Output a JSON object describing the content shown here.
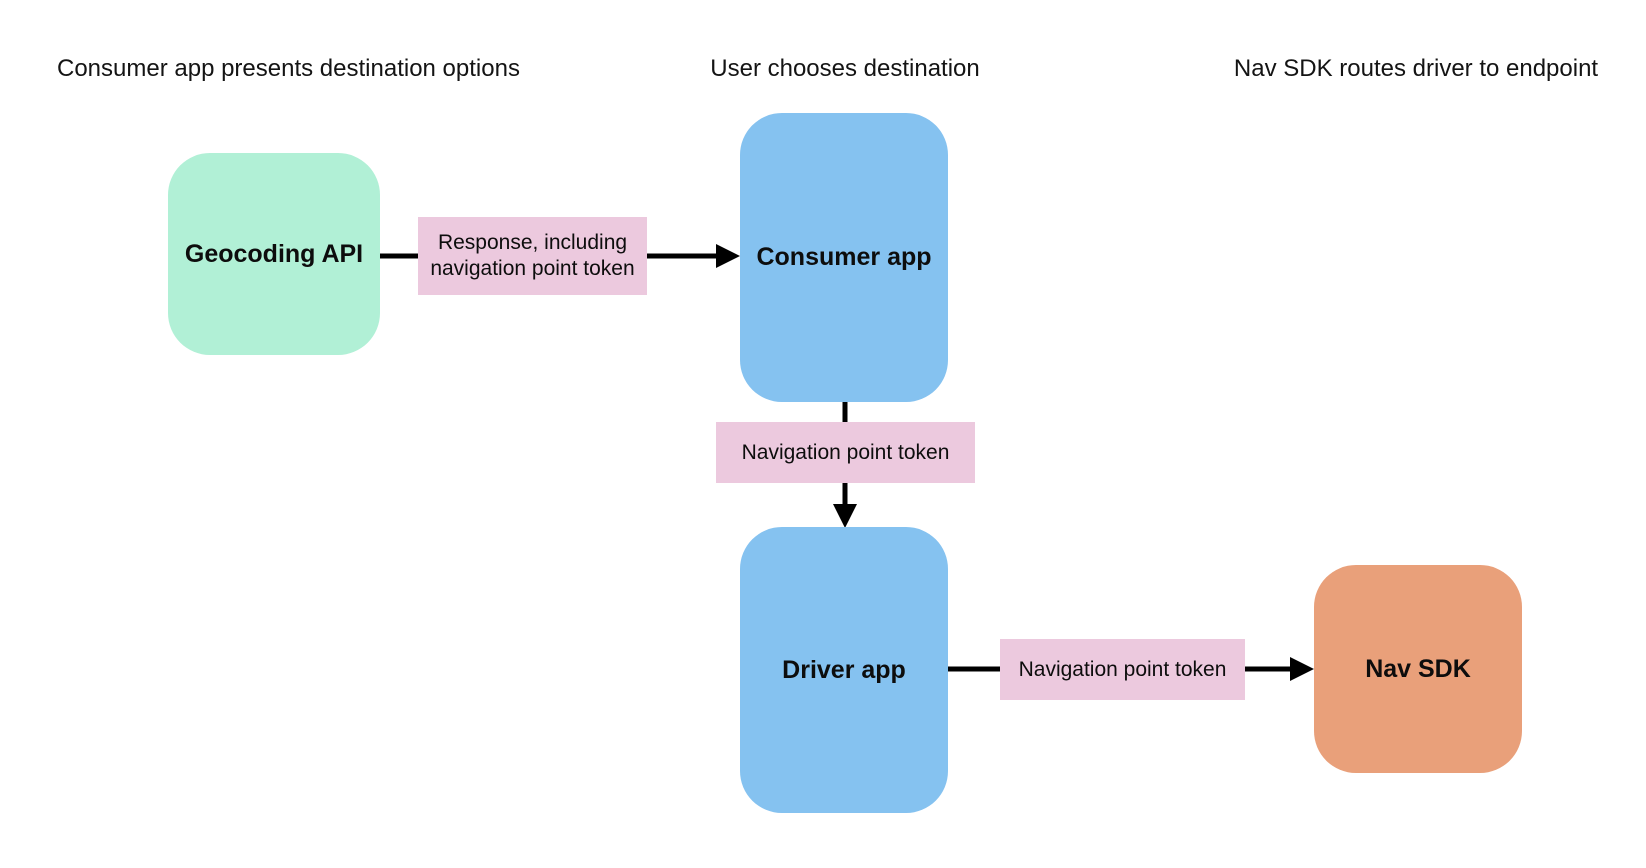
{
  "diagram": {
    "headers": [
      "Consumer app presents destination options",
      "User chooses destination",
      "Nav SDK routes driver to endpoint"
    ],
    "nodes": {
      "geocoding_api": {
        "label": "Geocoding API",
        "color": "#b1f0d6"
      },
      "consumer_app": {
        "label": "Consumer app",
        "color": "#85c2f0"
      },
      "driver_app": {
        "label": "Driver app",
        "color": "#85c2f0"
      },
      "nav_sdk": {
        "label": "Nav SDK",
        "color": "#e9a07a"
      }
    },
    "edge_labels": {
      "geocoding_to_consumer": {
        "text": "Response, including navigation point token",
        "color": "#ecc9de"
      },
      "consumer_to_driver": {
        "text": "Navigation point token",
        "color": "#ecc9de"
      },
      "driver_to_nav_sdk": {
        "text": "Navigation point token",
        "color": "#ecc9de"
      }
    },
    "arrow_color": "#000000",
    "background_color": "#ffffff"
  }
}
